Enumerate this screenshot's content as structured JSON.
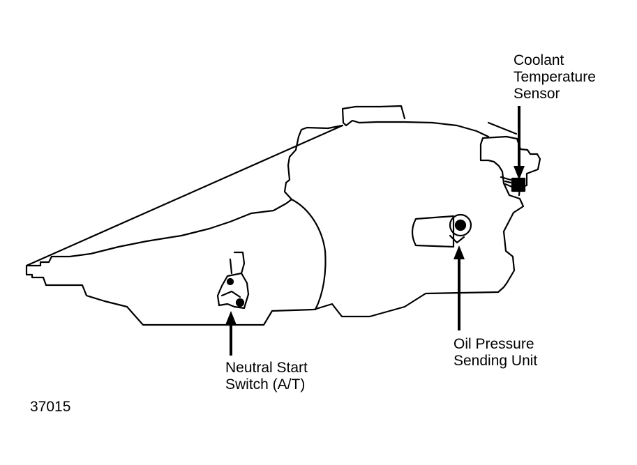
{
  "figure_number": "37015",
  "callouts": {
    "coolant_sensor": {
      "line1": "Coolant",
      "line2": "Temperature",
      "line3": "Sensor"
    },
    "oil_pressure": {
      "line1": "Oil Pressure",
      "line2": "Sending Unit"
    },
    "neutral_start": {
      "line1": "Neutral Start",
      "line2": "Switch (A/T)"
    }
  },
  "colors": {
    "ink": "#000000",
    "paper": "#ffffff"
  }
}
